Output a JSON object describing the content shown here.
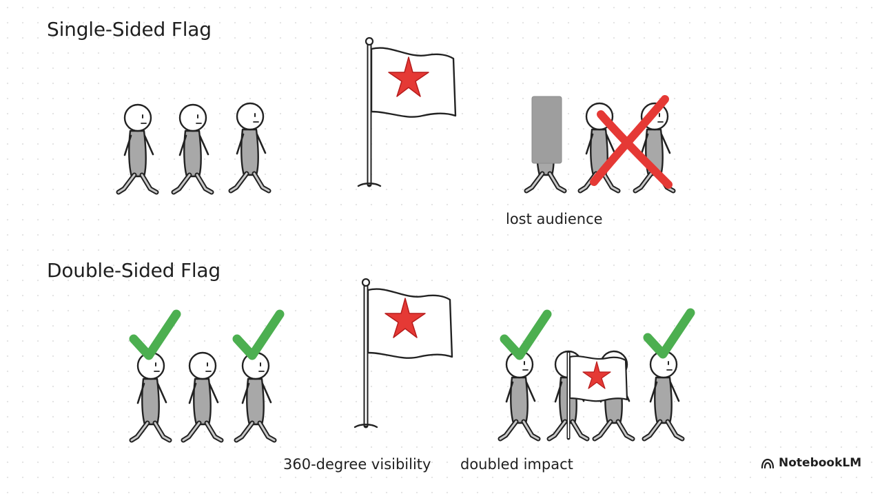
{
  "headings": {
    "single": "Single-Sided Flag",
    "double": "Double-Sided Flag"
  },
  "captions": {
    "lost": "lost audience",
    "visibility": "360-degree visibility",
    "impact": "doubled impact"
  },
  "brand": {
    "name": "NotebookLM",
    "icon": "notebooklm-logo-icon"
  },
  "colors": {
    "star": "#e53935",
    "check": "#4caf50",
    "cross": "#e53935",
    "body_fill": "#a8a8a8",
    "blocker": "#9e9e9e"
  }
}
